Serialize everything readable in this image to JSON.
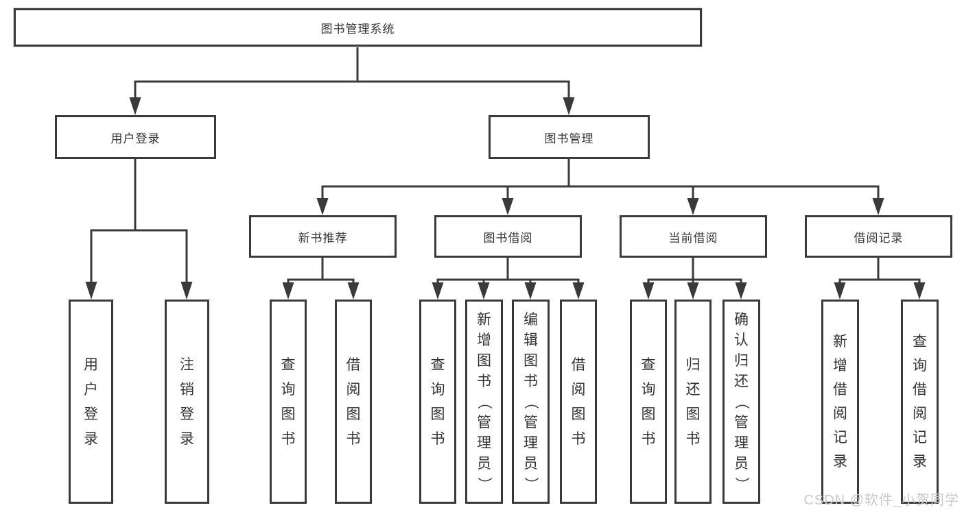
{
  "diagram": {
    "root": {
      "label": "图书管理系统"
    },
    "level1": [
      {
        "label": "用户登录"
      },
      {
        "label": "图书管理"
      }
    ],
    "level2": [
      {
        "label": "新书推荐",
        "parent": "图书管理"
      },
      {
        "label": "图书借阅",
        "parent": "图书管理"
      },
      {
        "label": "当前借阅",
        "parent": "图书管理"
      },
      {
        "label": "借阅记录",
        "parent": "图书管理"
      }
    ],
    "leaves": [
      {
        "label": "用户登录",
        "parent": "用户登录"
      },
      {
        "label": "注销登录",
        "parent": "用户登录"
      },
      {
        "label": "查询图书",
        "parent": "新书推荐"
      },
      {
        "label": "借阅图书",
        "parent": "新书推荐"
      },
      {
        "label": "查询图书",
        "parent": "图书借阅"
      },
      {
        "label": "新增图书（管理员）",
        "parent": "图书借阅"
      },
      {
        "label": "编辑图书（管理员）",
        "parent": "图书借阅"
      },
      {
        "label": "借阅图书",
        "parent": "图书借阅"
      },
      {
        "label": "查询图书",
        "parent": "当前借阅"
      },
      {
        "label": "归还图书",
        "parent": "当前借阅"
      },
      {
        "label": "确认归还（管理员）",
        "parent": "当前借阅"
      },
      {
        "label": "新增借阅记录",
        "parent": "借阅记录"
      },
      {
        "label": "查询借阅记录",
        "parent": "借阅记录"
      }
    ],
    "colors": {
      "line": "#3a3a3a",
      "text": "#333333",
      "watermark": "#c9c9c9",
      "background": "#ffffff"
    }
  },
  "watermark": {
    "text": "CSDN @软件_小贺同学"
  }
}
